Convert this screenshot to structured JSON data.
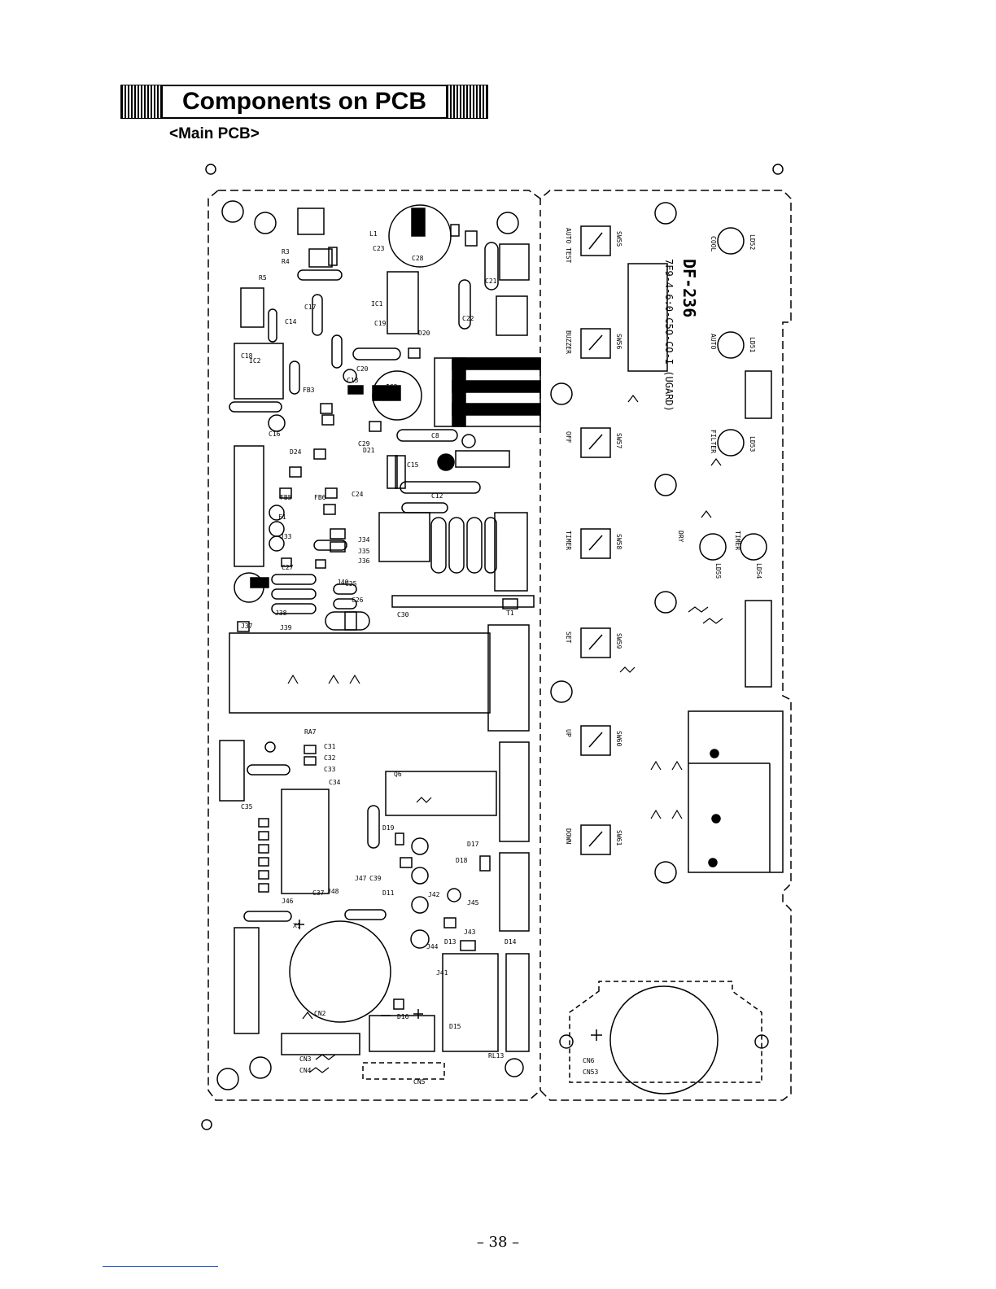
{
  "header": {
    "title": "Components on PCB",
    "subtitle": "<Main PCB>"
  },
  "board": {
    "model_marking": "DF-236",
    "part_marking": "7F9-4-6:0-C5O-CO-I (UGARD)",
    "switches": [
      "SW55",
      "SW56",
      "SW57",
      "SW58",
      "SW59",
      "SW60",
      "SW61"
    ],
    "switch_labels": [
      "AUTO TEST",
      "BUZZER",
      "OFF",
      "TIMER",
      "SET",
      "UP",
      "DOWN"
    ],
    "leds": [
      "LD52",
      "LD51",
      "LD53",
      "LD55",
      "LD54"
    ],
    "leds_labels": [
      "COOL",
      "AUTO",
      "FILTER",
      "DRY",
      "TIMER"
    ],
    "left_components": [
      "R3",
      "R4",
      "R5",
      "L1",
      "IC1",
      "IC2",
      "IC3",
      "C8",
      "C12",
      "C13",
      "C14",
      "C15",
      "C16",
      "C17",
      "C18",
      "C19",
      "C20",
      "C21",
      "C22",
      "C23",
      "C24",
      "C25",
      "C26",
      "C27",
      "C28",
      "C29",
      "C30",
      "C31",
      "C32",
      "C33",
      "C34",
      "C35",
      "C37",
      "C39",
      "D11",
      "D13",
      "D14",
      "D15",
      "D16",
      "D17",
      "D18",
      "D19",
      "D20",
      "D21",
      "D24",
      "FB3",
      "FB5",
      "FB6",
      "F1",
      "J33",
      "J34",
      "J35",
      "J36",
      "J37",
      "J38",
      "J39",
      "J40",
      "J41",
      "J42",
      "J43",
      "J44",
      "J45",
      "J46",
      "J47",
      "J48",
      "CN2",
      "CN3",
      "CN4",
      "CN5",
      "CN6",
      "CN53",
      "RL13",
      "RA7",
      "Q6",
      "X1",
      "T1"
    ]
  },
  "footer": {
    "page_number": "–  38  –"
  }
}
